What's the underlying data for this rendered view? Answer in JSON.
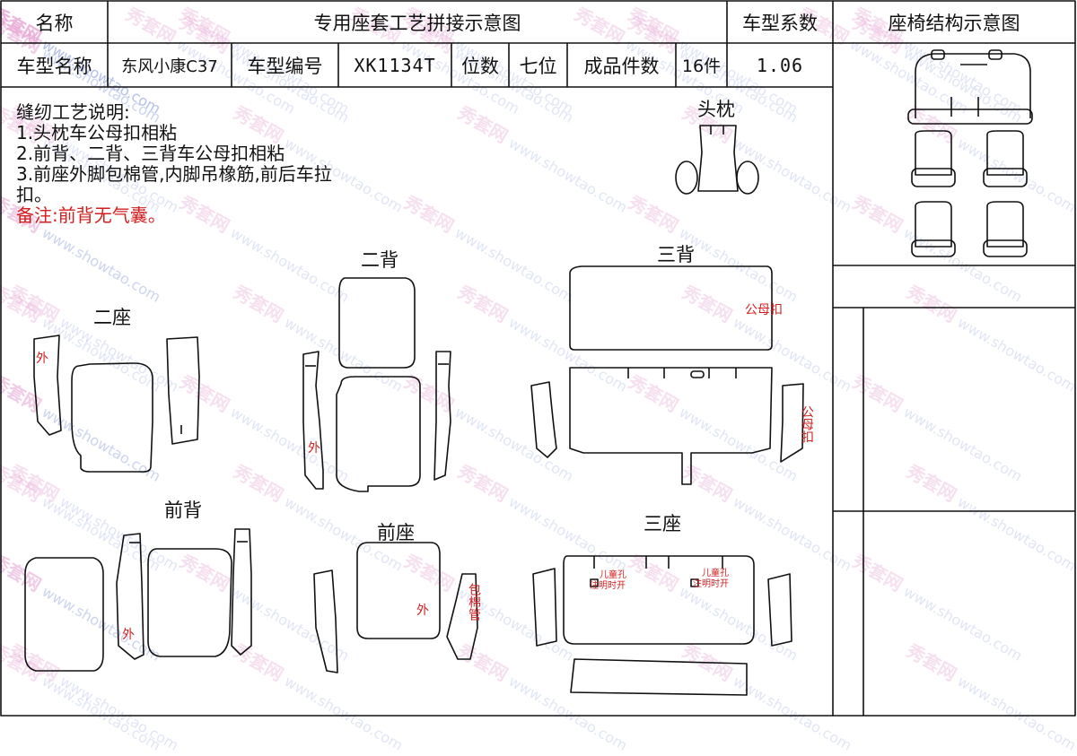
{
  "header": {
    "name_label": "名称",
    "doc_title": "专用座套工艺拼接示意图",
    "coef_label": "车型系数",
    "structure_title": "座椅结构示意图",
    "model_name_label": "车型名称",
    "model_name": "东风小康C37",
    "model_no_label": "车型编号",
    "model_no": "XK1134T",
    "seats_label": "位数",
    "seats": "七位",
    "pieces_label": "成品件数",
    "pieces": "16件",
    "coef": "1.06"
  },
  "notes": {
    "title": "缝纫工艺说明:",
    "line1": "1.头枕车公母扣相粘",
    "line2": "2.前背、二背、三背车公母扣相粘",
    "line3a": "3.前座外脚包棉管,内脚吊橡筋,前后车拉",
    "line3b": "扣。",
    "remark": "备注:前背无气囊。"
  },
  "sections": {
    "headrest": "头枕",
    "second_back": "二背",
    "third_back": "三背",
    "second_seat": "二座",
    "front_back": "前背",
    "front_seat": "前座",
    "third_seat": "三座"
  },
  "marks": {
    "outer": "外",
    "velcro": "公母扣",
    "cotton_tube": "包棉管",
    "child_hole_1": "儿童孔",
    "child_hole_2": "注明时开"
  },
  "watermark": {
    "cn": "秀套网",
    "en": "www.showtao.com"
  }
}
